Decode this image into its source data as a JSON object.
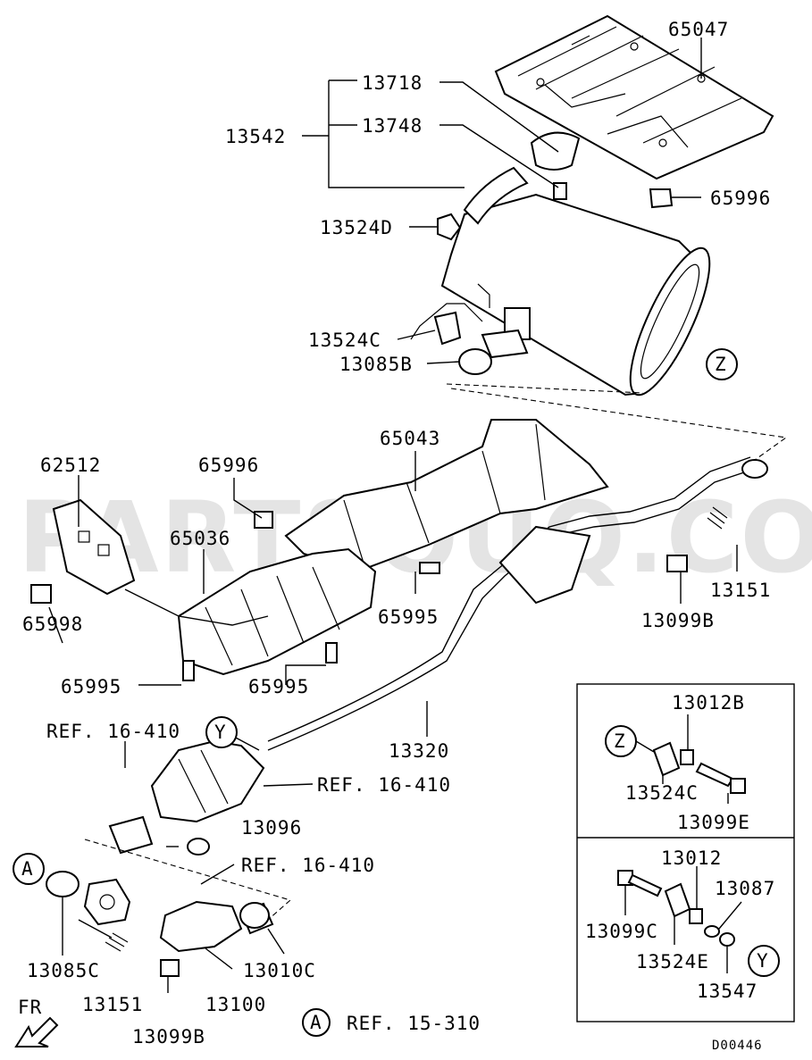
{
  "diagram_code": "D00446",
  "watermark": "PARTSOUQ.COM",
  "direction_label": "FR",
  "parts": {
    "p65047": "65047",
    "p13718": "13718",
    "p13542": "13542",
    "p13748": "13748",
    "p65996a": "65996",
    "p13524D": "13524D",
    "p13524C": "13524C",
    "p13085B": "13085B",
    "p62512": "62512",
    "p65996b": "65996",
    "p65043": "65043",
    "p65036": "65036",
    "p65998": "65998",
    "p65995a": "65995",
    "p65995b": "65995",
    "p65995c": "65995",
    "p13151a": "13151",
    "p13099B_a": "13099B",
    "p13320": "13320",
    "p13096": "13096",
    "p13085C": "13085C",
    "p13151b": "13151",
    "p13100": "13100",
    "p13010C": "13010C",
    "p13099B_b": "13099B"
  },
  "refs": {
    "ref1": "REF. 16-410",
    "ref2": "REF. 16-410",
    "ref3": "REF. 16-410",
    "ref4": "REF. 15-310"
  },
  "callouts": {
    "Y": "Y",
    "Z": "Z",
    "A": "A"
  },
  "detail_z": {
    "circle": "Z",
    "p13012B": "13012B",
    "p13524C": "13524C",
    "p13099E": "13099E"
  },
  "detail_y": {
    "circle": "Y",
    "p13012": "13012",
    "p13087": "13087",
    "p13099C": "13099C",
    "p13524E": "13524E",
    "p13547": "13547"
  }
}
